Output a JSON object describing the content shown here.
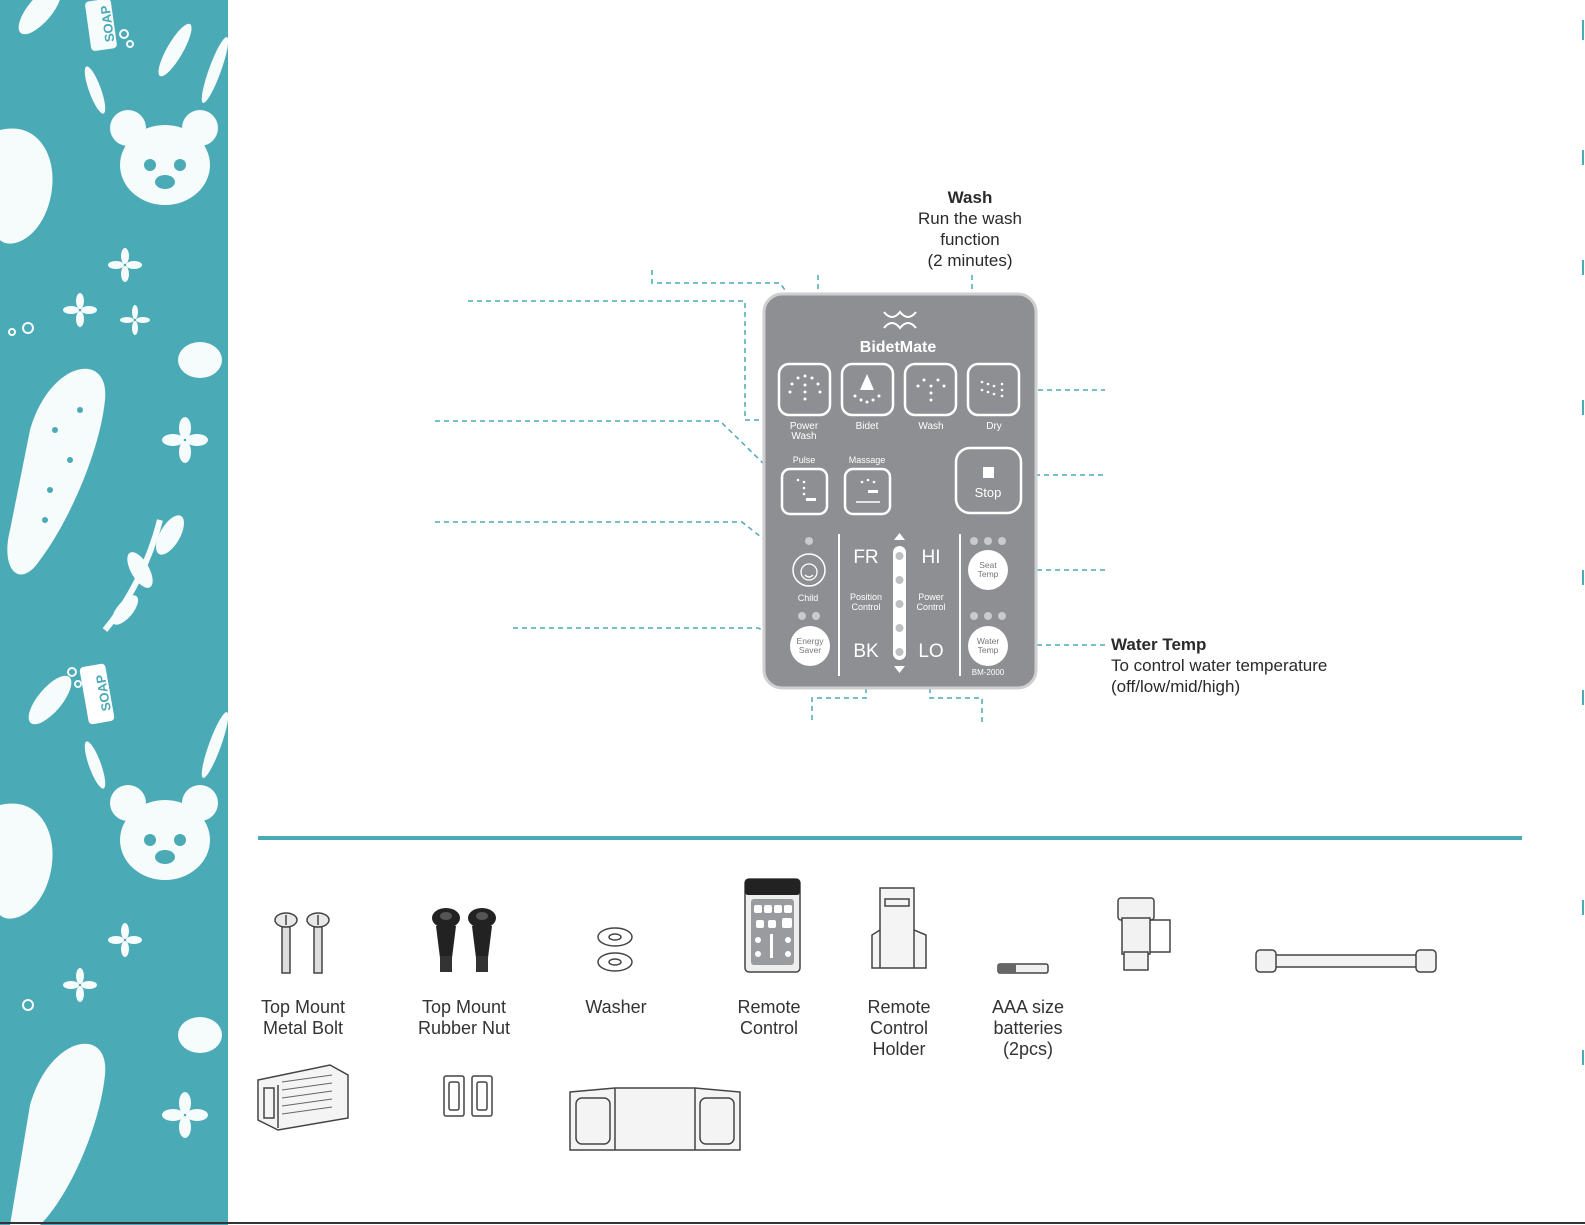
{
  "colors": {
    "accent": "#4aaab6",
    "panel": "#8e8f92",
    "text": "#2a2a2a"
  },
  "decor": {
    "soap_text": "SOAP"
  },
  "callouts": {
    "wash": {
      "title": "Wash",
      "line1": "Run the wash",
      "line2": "function",
      "line3": "(2 minutes)"
    },
    "water_temp": {
      "title": "Water Temp",
      "line1": "To control water temperature",
      "line2": "(off/low/mid/high)"
    }
  },
  "panel": {
    "brand": "BidetMate",
    "model": "BM-2000",
    "buttons": {
      "power_wash_1": "Power",
      "power_wash_2": "Wash",
      "bidet": "Bidet",
      "wash": "Wash",
      "dry": "Dry",
      "pulse": "Pulse",
      "massage": "Massage",
      "stop": "Stop",
      "child": "Child",
      "energy_1": "Energy",
      "energy_2": "Saver",
      "seat_1": "Seat",
      "seat_2": "Temp",
      "water_1": "Water",
      "water_2": "Temp"
    },
    "position": {
      "fr": "FR",
      "bk": "BK",
      "label_1": "Position",
      "label_2": "Control"
    },
    "power": {
      "hi": "HI",
      "lo": "LO",
      "label_1": "Power",
      "label_2": "Control"
    }
  },
  "parts": [
    {
      "line1": "Top Mount",
      "line2": "Metal Bolt"
    },
    {
      "line1": "Top Mount",
      "line2": "Rubber Nut"
    },
    {
      "line1": "Washer"
    },
    {
      "line1": "Remote",
      "line2": "Control"
    },
    {
      "line1": "Remote",
      "line2": "Control",
      "line3": "Holder"
    },
    {
      "line1": "AAA size",
      "line2": "batteries",
      "line3": "(2pcs)"
    }
  ]
}
